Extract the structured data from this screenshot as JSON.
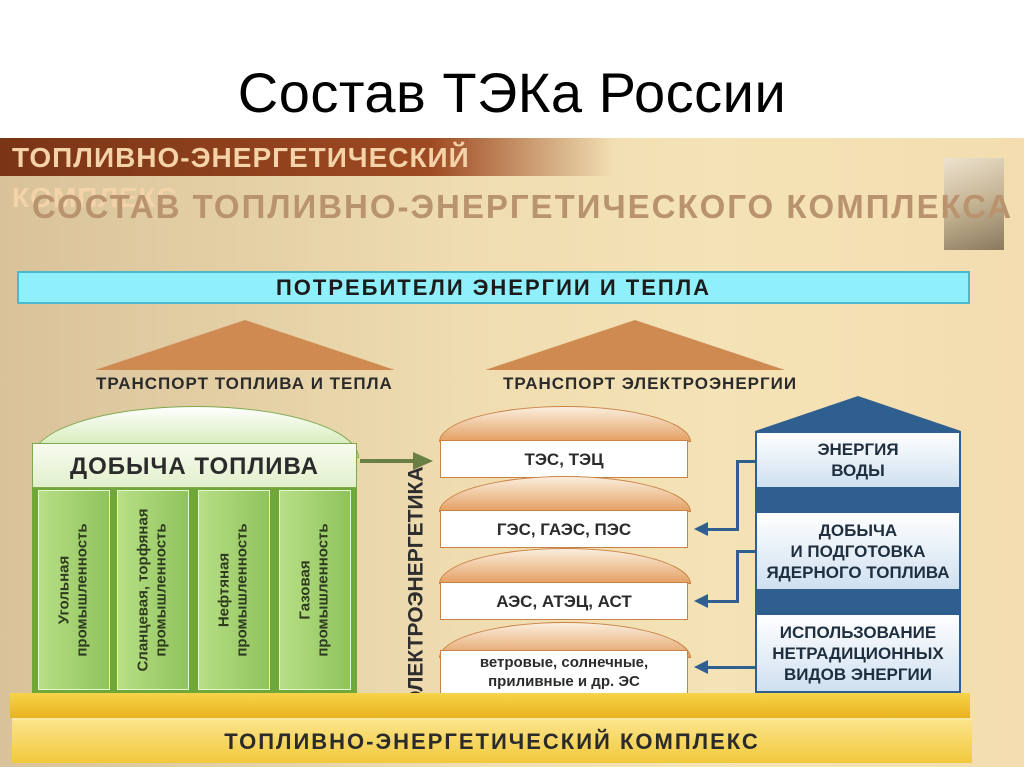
{
  "slide_title": "Состав ТЭКа России",
  "panel": {
    "header": "ТОПЛИВНО-ЭНЕРГЕТИЧЕСКИЙ КОМПЛЕКС",
    "subtitle": "СОСТАВ ТОПЛИВНО-ЭНЕРГЕТИЧЕСКОГО КОМПЛЕКСА",
    "consumers": "ПОТРЕБИТЕЛИ ЭНЕРГИИ И ТЕПЛА",
    "transport_fuel": "ТРАНСПОРТ ТОПЛИВА И ТЕПЛА",
    "transport_electricity": "ТРАНСПОРТ ЭЛЕКТРОЭНЕРГИИ",
    "fuel_extraction": "ДОБЫЧА ТОПЛИВА",
    "industries": [
      "Угольная\nпромышленность",
      "Сланцевая, торфяная\nпромышленность",
      "Нефтяная\nпромышленность",
      "Газовая\nпромышленность"
    ],
    "electro_label": "ЭЛЕКТРОЭНЕРГЕТИКА",
    "plants": [
      "ТЭС, ТЭЦ",
      "ГЭС, ГАЭС, ПЭС",
      "АЭС, АТЭЦ, АСТ",
      "ветровые, солнечные,\nприливные и др. ЭС"
    ],
    "sources": [
      "ЭНЕРГИЯ\nВОДЫ",
      "ДОБЫЧА\nИ ПОДГОТОВКА\nЯДЕРНОГО ТОПЛИВА",
      "ИСПОЛЬЗОВАНИЕ\nНЕТРАДИЦИОННЫХ\nВИДОВ ЭНЕРГИИ"
    ],
    "footer": "ТОПЛИВНО-ЭНЕРГЕТИЧЕСКИЙ КОМПЛЕКС"
  },
  "colors": {
    "consumers_bar": "#8ff0fb",
    "fuel_green": "#6fa838",
    "plant_orange": "#e4a063",
    "source_blue": "#2f5f8f",
    "base_yellow": "#f2c93c"
  }
}
